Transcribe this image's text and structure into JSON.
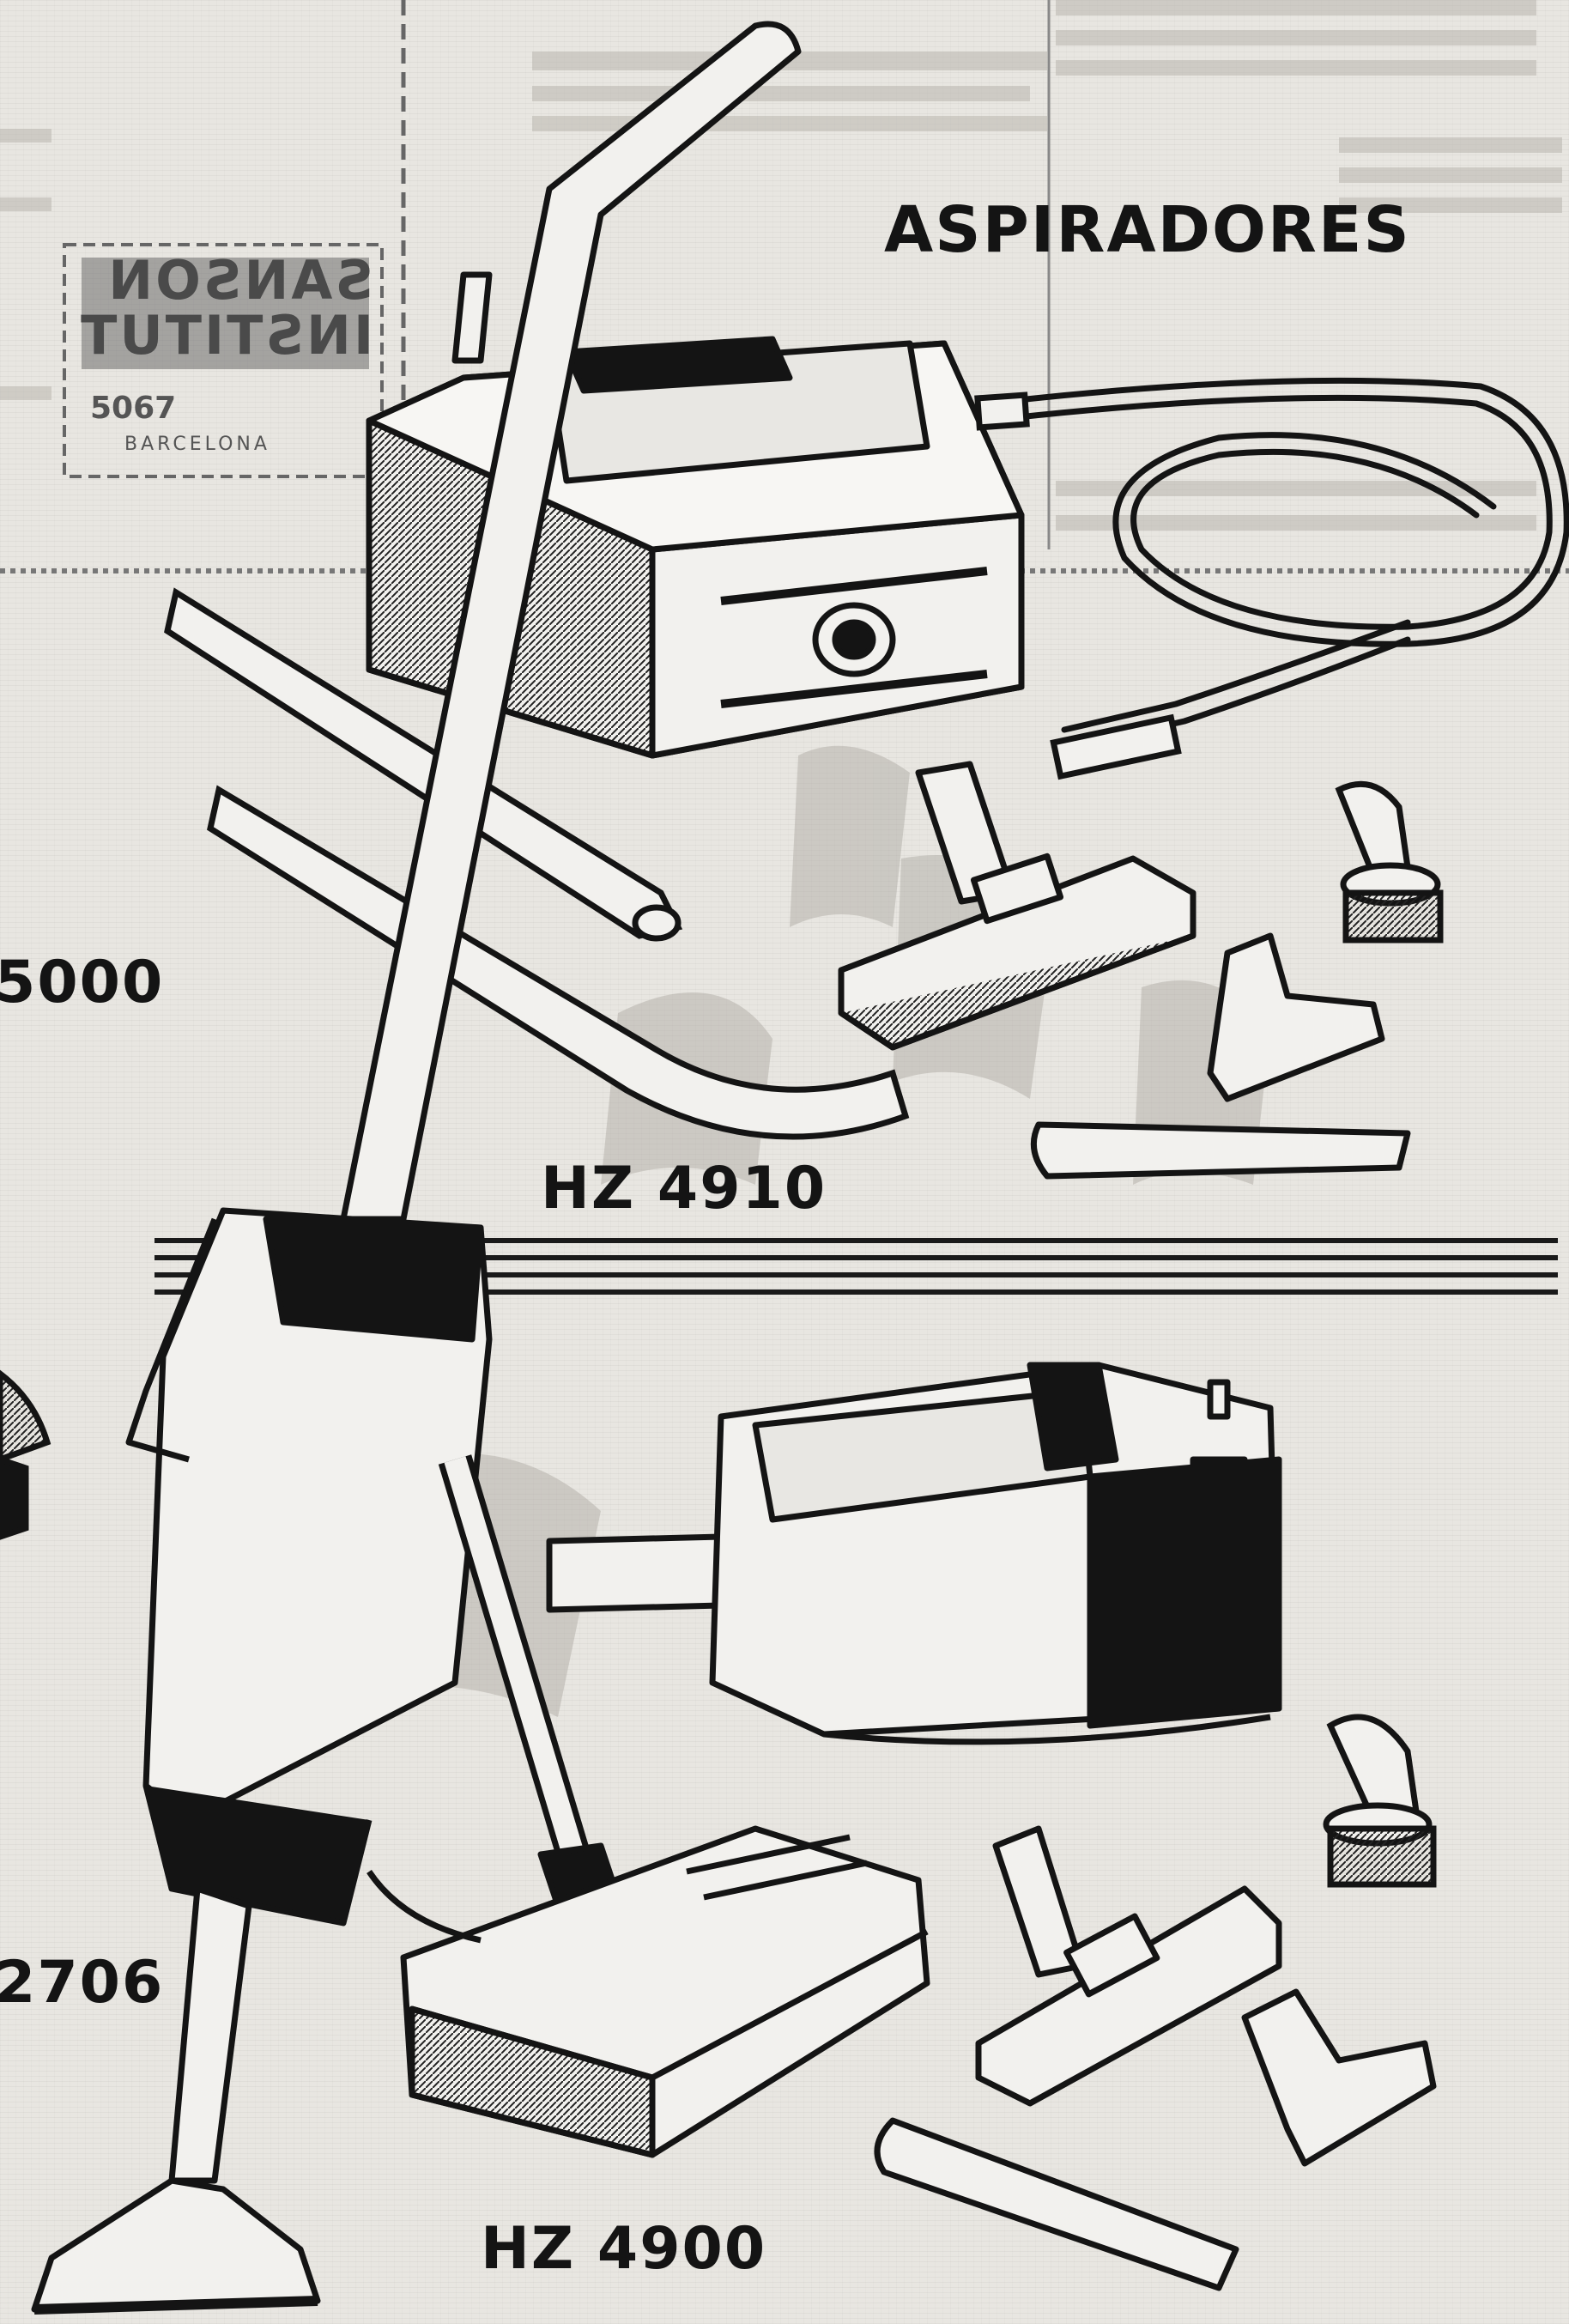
{
  "headline": "ASPIRADORES",
  "models": {
    "hz4910": "HZ 4910",
    "hz4900": "HZ 4900",
    "partial_left_top": "5000",
    "partial_left_bottom": "2706"
  },
  "stamp": {
    "line1": "SANSON",
    "line2": "INSTITUT",
    "number": "5067",
    "city": "BARCELONA"
  },
  "colors": {
    "ink": "#141414",
    "paper": "#e8e6e1"
  }
}
